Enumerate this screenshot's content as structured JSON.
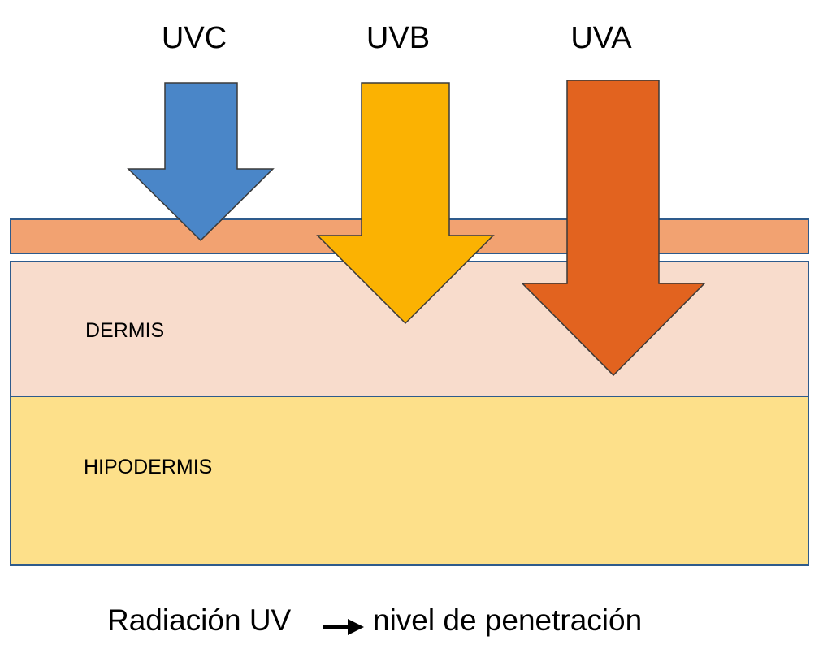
{
  "rays": [
    {
      "id": "uvc",
      "label": "UVC",
      "color": "#4a86c8"
    },
    {
      "id": "uvb",
      "label": "UVB",
      "color": "#fbb202"
    },
    {
      "id": "uva",
      "label": "UVA",
      "color": "#e2631f"
    }
  ],
  "layers": {
    "epidermis": {
      "label": "",
      "color": "#f2a271"
    },
    "dermis": {
      "label": "DERMIS",
      "color": "#f8dccc"
    },
    "hipodermis": {
      "label": "HIPODERMIS",
      "color": "#fde08a"
    }
  },
  "caption": {
    "left": "Radiación UV",
    "right": "nivel de penetración"
  },
  "colors": {
    "border": "#2e5b8c",
    "arrow_outline": "#3a3a3a"
  }
}
